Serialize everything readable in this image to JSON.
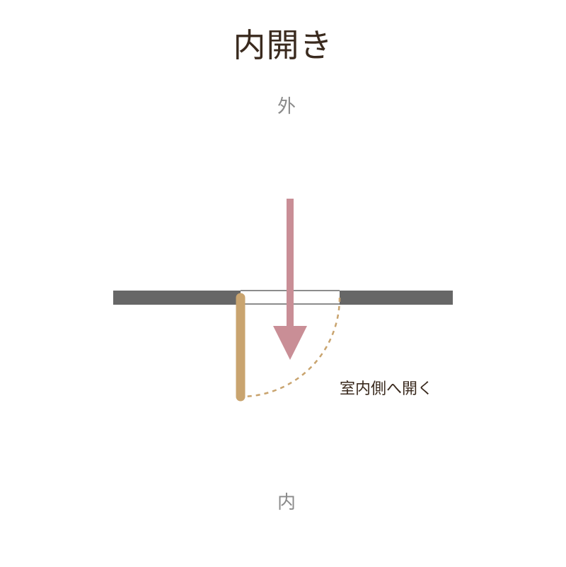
{
  "title": "内開き",
  "labels": {
    "outside": "外",
    "inside": "内",
    "caption": "室内側へ開く"
  },
  "colors": {
    "wall": "#676767",
    "door": "#c9a46f",
    "arrow": "#c98e96",
    "swing_path": "#c9a46f",
    "title_text": "#3a2a1e",
    "label_text": "#8a8a8a"
  }
}
